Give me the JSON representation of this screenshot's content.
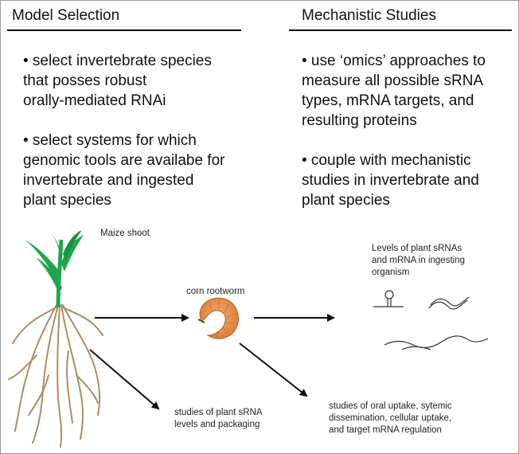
{
  "headings": {
    "left": "Model Selection",
    "right": "Mechanistic Studies"
  },
  "left_bullets": [
    {
      "lines": [
        "• select invertebrate species",
        "that posses robust",
        "orally-mediated RNAi"
      ]
    },
    {
      "lines": [
        "• select systems for which",
        "genomic tools are availabe for",
        "invertebrate and ingested",
        "plant species"
      ]
    }
  ],
  "right_bullets": [
    {
      "lines": [
        "• use ‘omics’ approaches to",
        "measure all possible sRNA",
        "types, mRNA targets, and",
        "resulting proteins"
      ]
    },
    {
      "lines": [
        "• couple with mechanistic",
        "studies in invertebrate and",
        "plant species"
      ]
    }
  ],
  "labels": {
    "maize": "Maize shoot",
    "rootworm": "corn rootworm",
    "levels": [
      "Levels of plant sRNAs",
      "and mRNA in ingesting",
      "organism"
    ],
    "plant_studies": [
      "studies of plant sRNA",
      "levels and packaging"
    ],
    "oral_studies": [
      "studies of oral uptake, sytemic",
      "dissemination, cellular uptake,",
      "and target mRNA regulation"
    ]
  },
  "icons": [
    "maize-plant-icon",
    "rootworm-icon",
    "hairpin-rna-icon",
    "mrna-strand-icon"
  ],
  "colors": {
    "leaf": "#1fa64a",
    "root": "#b08a62",
    "worm": "#e6964a"
  }
}
